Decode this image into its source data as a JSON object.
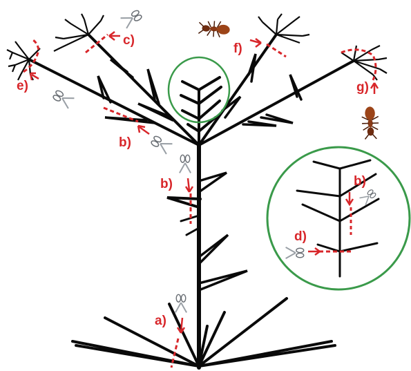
{
  "colors": {
    "plant": "#0a0a0a",
    "cut": "#d8262a",
    "zoom_circle": "#3a9a4a",
    "ant_body": "#8b3a16",
    "scissor_blade": "#9aa0a6",
    "scissor_handle": "#6a6f75"
  },
  "icons": [
    "scissors-icon",
    "ant-icon",
    "arrow-icon"
  ],
  "labels": {
    "a": "a)",
    "b_branch": "b)",
    "b_stem": "b)",
    "b_zoom": "b)",
    "c": "c)",
    "d": "d)",
    "e": "e)",
    "f": "f)",
    "g": "g)"
  }
}
